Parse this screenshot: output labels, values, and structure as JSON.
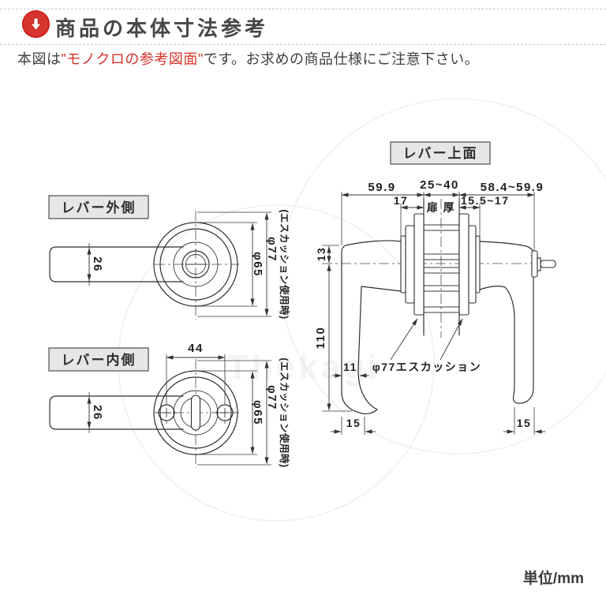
{
  "header": {
    "title": "商品の本体寸法参考"
  },
  "notice": {
    "prefix": "本図は",
    "highlight": "\"モノクロの参考図面\"",
    "suffix": "です。お求めの商品仕様にご注意下さい。"
  },
  "unit_label": "単位/mm",
  "watermark_text": "Thekagi",
  "colors": {
    "accent_red": "#d7342c",
    "line": "#2e2e2e",
    "label_box_bg": "#e6e6e6"
  },
  "views": {
    "outside": {
      "label": "レバー外側",
      "lever_width": "26",
      "dia_65": "φ65",
      "dia_77": "φ77",
      "escutcheon_note": "(エスカッション使用時)"
    },
    "inside": {
      "label": "レバー内側",
      "lever_width": "26",
      "screw_pitch": "44",
      "dia_65": "φ65",
      "dia_77": "φ77",
      "escutcheon_note": "(エスカッション使用時)"
    },
    "top": {
      "label": "レバー上面",
      "outside_projection": "59.9",
      "door_thickness_range": "25~40",
      "inside_projection": "58.4~59.9",
      "outside_escutcheon_thickness": "17",
      "door_thickness_label": "扉 厚",
      "inside_escutcheon_thickness": "15.5~17",
      "lever_top_offset": "13",
      "lever_length": "110",
      "grip_width_narrow": "11",
      "escutcheon_label": "φ77エスカッション",
      "grip_width_outside": "15",
      "grip_width_inside": "15"
    }
  }
}
